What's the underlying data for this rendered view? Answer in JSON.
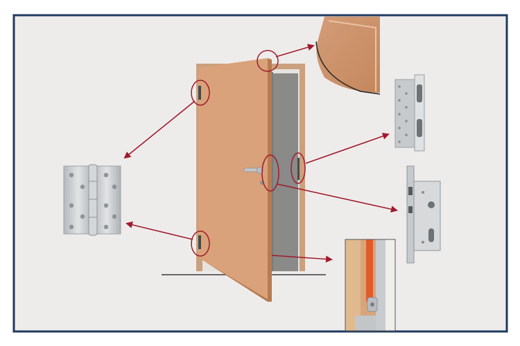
{
  "diagram": {
    "colors": {
      "frame_border": "#1e3a5f",
      "background": "#eeeceb",
      "door_face": "#d9a27a",
      "door_edge": "#c9875a",
      "door_frame": "#caa07e",
      "door_gap": "#8a8a88",
      "callout": "#a11a2c",
      "metal": "#c7cacd",
      "metal_dark": "#8f9397",
      "orange_strip": "#e15a2b"
    },
    "icons": {
      "door": "door-illustration",
      "hinge": "butt-hinge",
      "flush_bolt": "flush-bolt",
      "mortise_lock": "mortise-lock",
      "door_edge_corner": "door-edge-sample",
      "door_seal": "drop-seal-strip"
    }
  }
}
